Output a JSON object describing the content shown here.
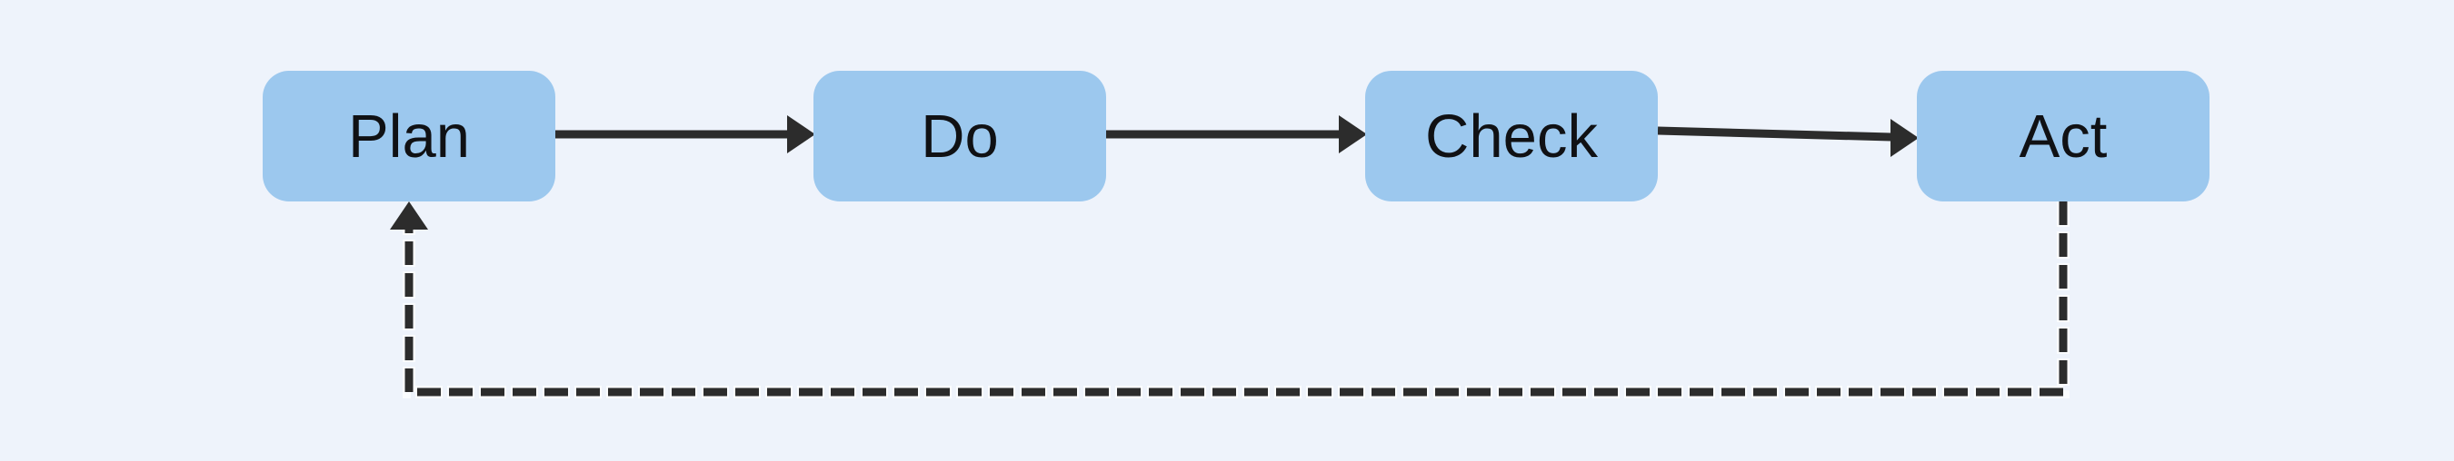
{
  "diagram": {
    "type": "flowchart",
    "description": "PDCA cycle",
    "nodes": [
      {
        "id": "plan",
        "label": "Plan"
      },
      {
        "id": "do",
        "label": "Do"
      },
      {
        "id": "check",
        "label": "Check"
      },
      {
        "id": "act",
        "label": "Act"
      }
    ],
    "edges": [
      {
        "from": "plan",
        "to": "do",
        "style": "solid",
        "direction": "right"
      },
      {
        "from": "do",
        "to": "check",
        "style": "solid",
        "direction": "right"
      },
      {
        "from": "check",
        "to": "act",
        "style": "solid",
        "direction": "right"
      },
      {
        "from": "act",
        "to": "plan",
        "style": "dashed",
        "direction": "feedback-loop-bottom"
      }
    ]
  },
  "colors": {
    "background": "#eef3fb",
    "node_fill": "#9cc8ee",
    "arrow": "#2c2c2c",
    "text": "#101114"
  }
}
